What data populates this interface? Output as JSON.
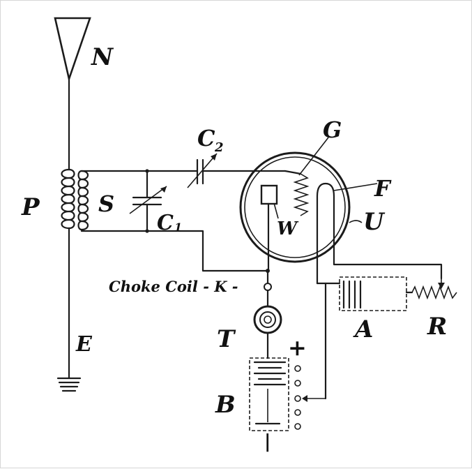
{
  "labels": {
    "antenna": "N",
    "primary": "P",
    "secondary": "S",
    "cap1": "C",
    "cap1_sub": "1",
    "cap2": "C",
    "cap2_sub": "2",
    "grid": "G",
    "filament": "F",
    "bulb": "U",
    "plate": "W",
    "choke": "Choke Coil - K -",
    "telephone": "T",
    "earth": "E",
    "battery_a": "A",
    "rheostat": "R",
    "battery_b": "B",
    "plus": "+",
    "minus": "|"
  }
}
